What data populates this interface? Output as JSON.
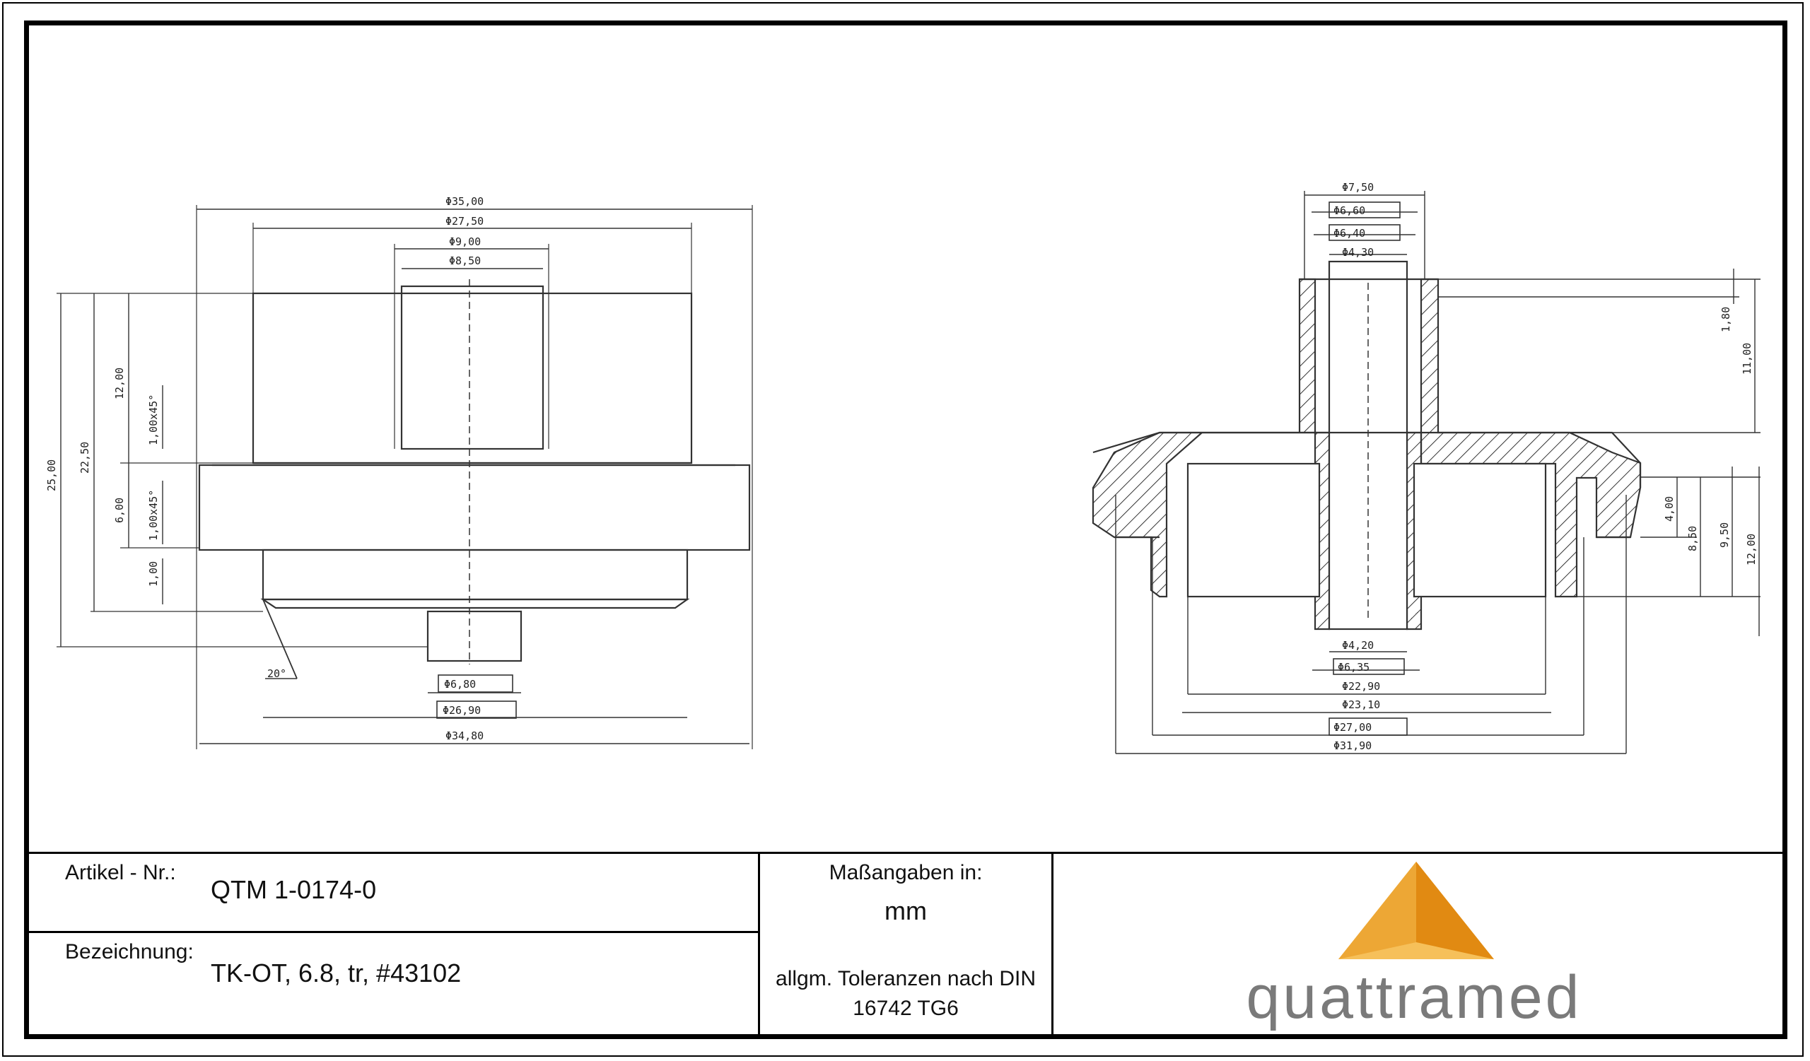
{
  "drawing": {
    "left_view": {
      "dims": [
        "Φ35,00",
        "Φ27,50",
        "Φ9,00",
        "Φ8,50",
        "Φ6,80",
        "Φ26,90",
        "Φ34,80",
        "25,00",
        "22,50",
        "12,00",
        "1,00x45°",
        "6,00",
        "1,00x45°",
        "1,00",
        "20°"
      ]
    },
    "right_view": {
      "dims": [
        "Φ7,50",
        "Φ6,60",
        "Φ6,40",
        "Φ4,30",
        "Φ4,20",
        "Φ6,35",
        "Φ22,90",
        "Φ23,10",
        "Φ27,00",
        "Φ31,90",
        "1,80",
        "11,00",
        "4,00",
        "8,50",
        "9,50",
        "12,00"
      ]
    }
  },
  "title_block": {
    "article_label": "Artikel - Nr.:",
    "article_value": "QTM 1-0174-0",
    "designation_label": "Bezeichnung:",
    "designation_value": "TK-OT, 6.8, tr, #43102",
    "units_label": "Maßangaben in:",
    "units_value": "mm",
    "tolerance_line1": "allgm. Toleranzen nach DIN",
    "tolerance_line2": "16742 TG6",
    "logo_text": "quattramed",
    "logo_colors": {
      "light": "#f6c05a",
      "mid": "#eda735",
      "dark": "#e18a12",
      "text": "#7a7a7a"
    }
  }
}
